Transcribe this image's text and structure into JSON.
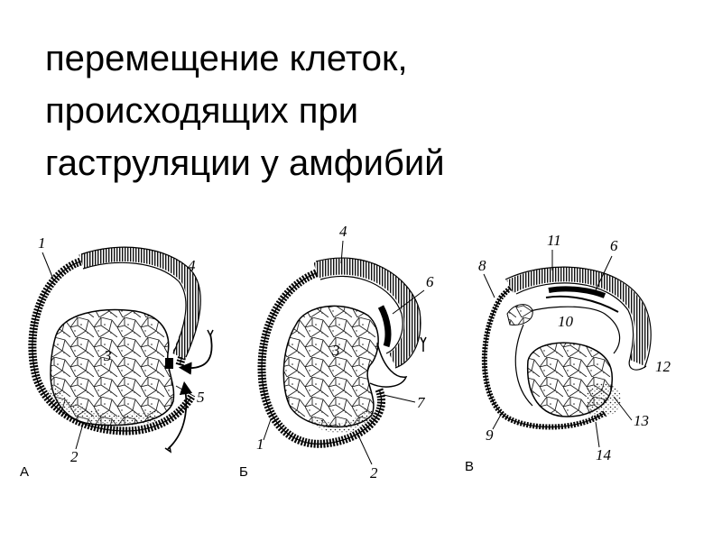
{
  "title": {
    "lines": [
      "перемещение клеток,",
      "происходящих при",
      "гаструляции у амфибий"
    ]
  },
  "panels": [
    {
      "letter": "А",
      "labels": [
        "1",
        "4",
        "3",
        "5",
        "2"
      ]
    },
    {
      "letter": "Б",
      "labels": [
        "4",
        "6",
        "3",
        "7",
        "1",
        "2"
      ]
    },
    {
      "letter": "В",
      "labels": [
        "8",
        "11",
        "6",
        "10",
        "12",
        "9",
        "13",
        "14"
      ]
    }
  ]
}
